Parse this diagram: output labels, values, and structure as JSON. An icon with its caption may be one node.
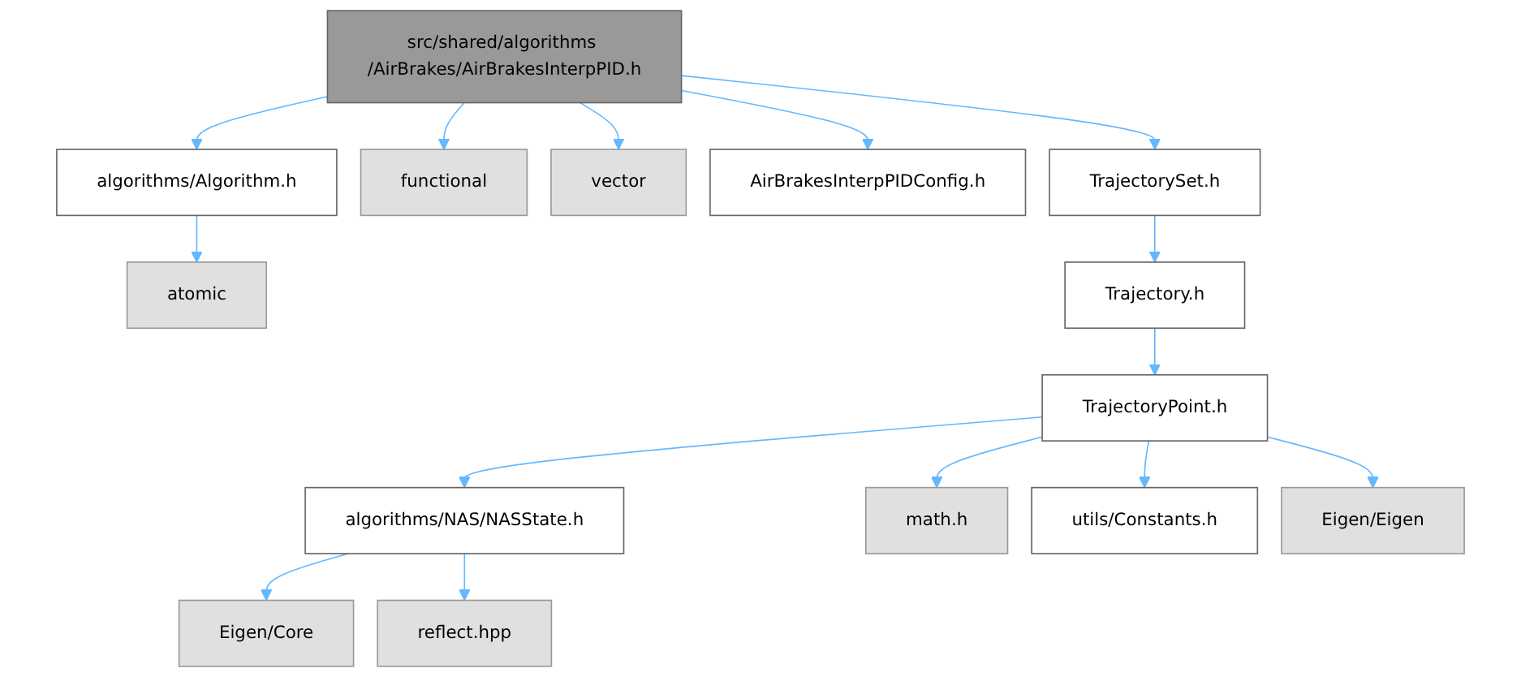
{
  "diagram": {
    "nodes": [
      {
        "text": [
          "src/shared/algorithms /AirBrakes/AirBrakesInterpPID.h"
        ]
      },
      {
        "text": [
          "algorithms/Algorithm.h"
        ]
      },
      {
        "text": [
          "functional"
        ]
      },
      {
        "text": [
          "vector"
        ]
      },
      {
        "text": [
          "AirBrakesInterpPIDConfig.h"
        ]
      },
      {
        "text": [
          "TrajectorySet.h"
        ]
      },
      {
        "text": [
          "atomic"
        ]
      },
      {
        "text": [
          "Trajectory.h"
        ]
      },
      {
        "text": [
          "TrajectoryPoint.h"
        ]
      },
      {
        "text": [
          "algorithms/NAS/NASState.h"
        ]
      },
      {
        "text": [
          "math.h"
        ]
      },
      {
        "text": [
          "utils/Constants.h"
        ]
      },
      {
        "text": [
          "Eigen/Eigen"
        ]
      },
      {
        "text": [
          "Eigen/Core"
        ]
      },
      {
        "text": [
          "reflect.hpp"
        ]
      }
    ],
    "edges": [
      {
        "from": 0,
        "to": 1,
        "arrow": "to"
      },
      {
        "from": 0,
        "to": 2,
        "arrow": "to"
      },
      {
        "from": 0,
        "to": 3,
        "arrow": "to"
      },
      {
        "from": 0,
        "to": 4,
        "arrow": "to"
      },
      {
        "from": 0,
        "to": 5,
        "arrow": "to"
      },
      {
        "from": 1,
        "to": 6,
        "arrow": "to"
      },
      {
        "from": 5,
        "to": 7,
        "arrow": "to"
      },
      {
        "from": 7,
        "to": 8,
        "arrow": "to"
      },
      {
        "from": 8,
        "to": 9,
        "arrow": "to"
      },
      {
        "from": 8,
        "to": 10,
        "arrow": "to"
      },
      {
        "from": 8,
        "to": 11,
        "arrow": "to"
      },
      {
        "from": 8,
        "to": 12,
        "arrow": "to"
      },
      {
        "from": 9,
        "to": 13,
        "arrow": "to"
      },
      {
        "from": 9,
        "to": 14,
        "arrow": "to"
      }
    ]
  }
}
